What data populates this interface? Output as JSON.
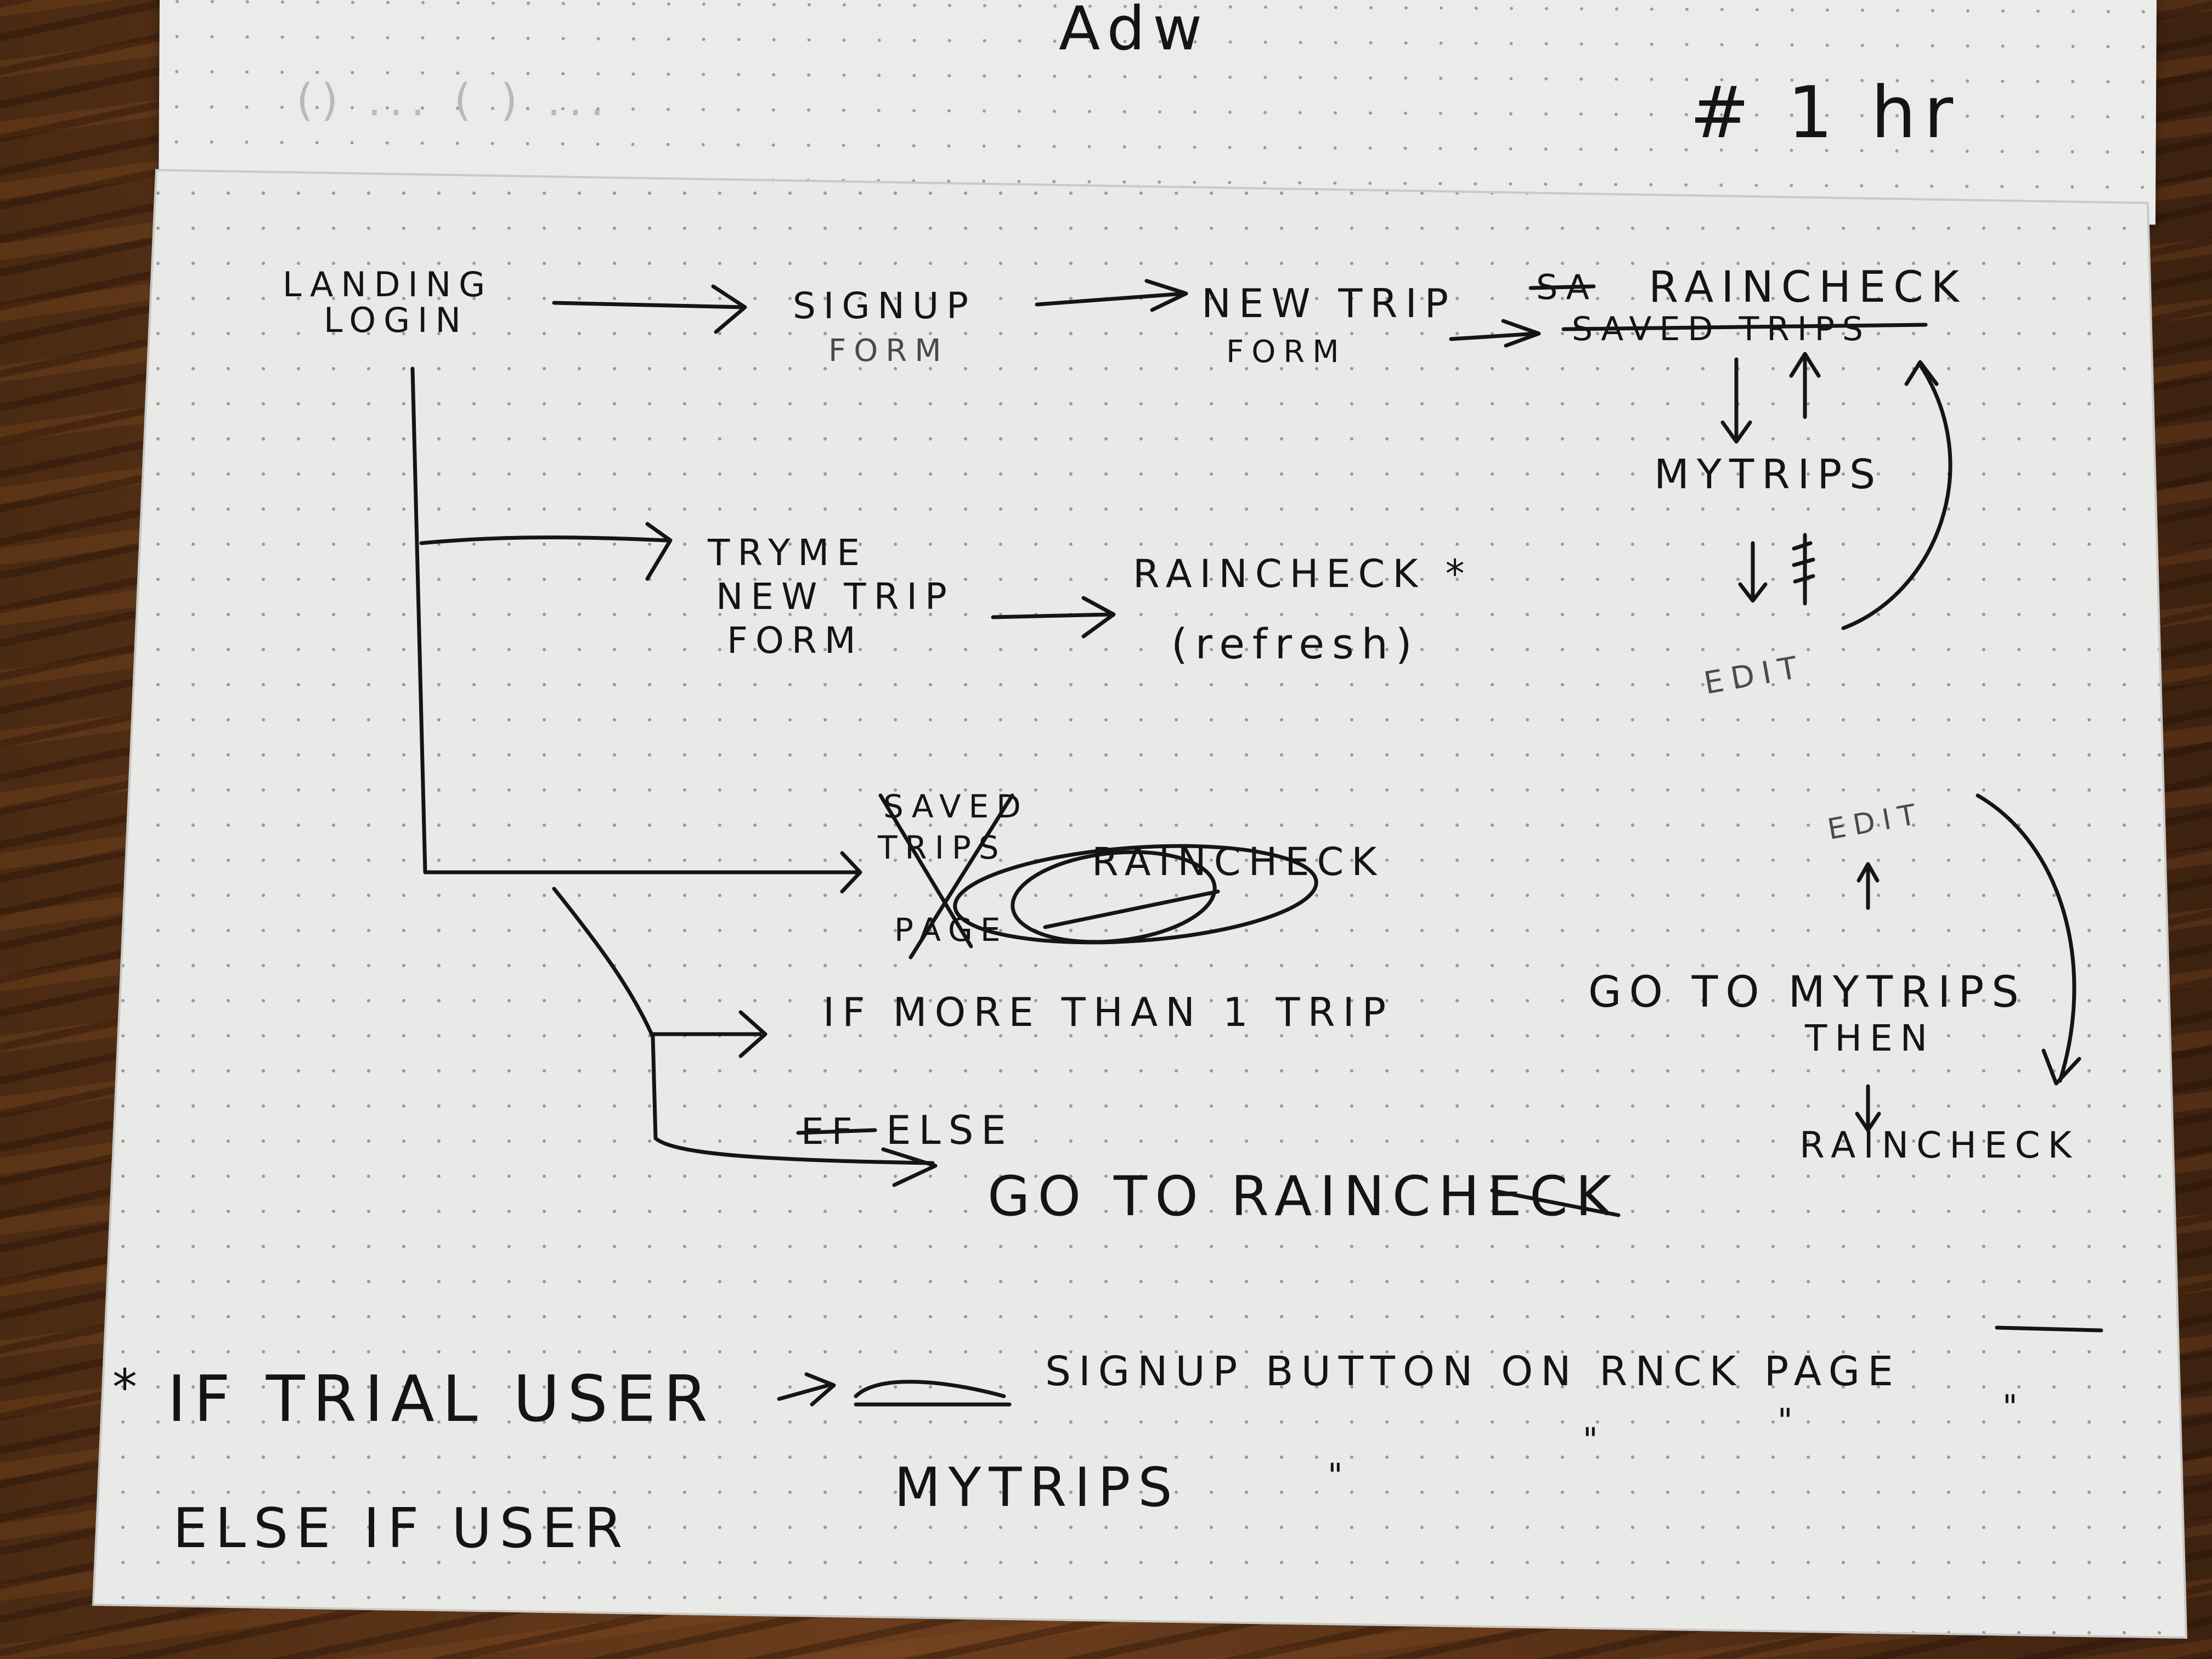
{
  "top_page": {
    "scribble_mid": "Adw",
    "time_note": "# 1 hr",
    "bleed_through": "() ... ( ) ..."
  },
  "flow": {
    "landing_line1": "LANDING",
    "landing_line2": "LOGIN",
    "signup": "SIGNUP",
    "signup_sub": "FORM",
    "new_trip": "NEW TRIP",
    "new_trip_sub": "FORM",
    "raincheck_struck": "SA",
    "raincheck": "RAINCHECK",
    "saved_trips_struck": "SAVED TRIPS",
    "my_trips": "MYTRIPS",
    "edit_top": "EDIT",
    "tryme_line1": "TRYME",
    "tryme_line2": "NEW TRIP",
    "tryme_line3": "FORM",
    "raincheck_refresh": "RAINCHECK *",
    "refresh": "(refresh)",
    "saved_trips_page_crossed_1": "SAVED",
    "saved_trips_page_crossed_2": "TRIPS",
    "saved_trips_page_crossed_3": "PAGE",
    "raincheck_circled": "RAINCHECK",
    "edit_right": "EDIT",
    "if_more": "IF MORE THAN 1 TRIP",
    "goto_mytrips": "GO TO MYTRIPS",
    "then": "THEN",
    "raincheck_right": "RAINCHECK",
    "else_struck": "EF",
    "else": "ELSE",
    "goto_raincheck": "GO TO RAINCHECK"
  },
  "notes": {
    "star": "*",
    "line1_a": "IF TRIAL USER",
    "line1_b": "SIGNUP BUTTON ON RNCK PAGE",
    "ditto1": "\"",
    "ditto2": "\"",
    "ditto3": "\"",
    "ditto4": "\"",
    "line2_a": "ELSE IF USER",
    "line2_b": "MYTRIPS"
  },
  "colors": {
    "ink": "#151515",
    "paper": "#eaeae9",
    "dots": "#9a9a98",
    "table": "#5a3418"
  }
}
